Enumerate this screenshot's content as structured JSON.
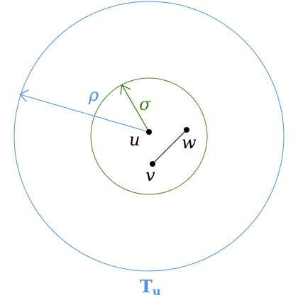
{
  "diagram": {
    "labels": {
      "outer_radius": "ρ",
      "inner_radius": "σ",
      "center_node": "u",
      "node_w": "w",
      "node_v": "v",
      "tree_main": "T",
      "tree_sub": "u"
    },
    "colors": {
      "outer": "#4a90e2",
      "inner": "#4d7d1f",
      "ink": "#000000"
    }
  }
}
